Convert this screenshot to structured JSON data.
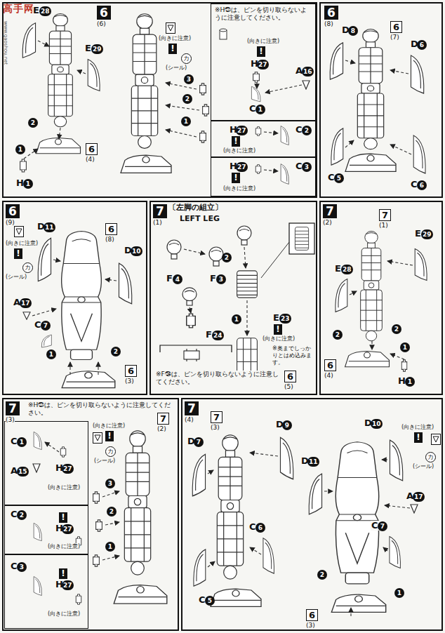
{
  "diagram": {
    "nodes": [
      {
        "text": [
          "6",
          "(6)"
        ]
      },
      {
        "text": [
          "※H㉗は、ピンを切り取らないように注意してください。",
          "(向きに注意)",
          "!",
          "H",
          "27",
          "C",
          "1",
          "A",
          "16"
        ],
        "in": 0
      },
      {
        "text": [
          "H",
          "27",
          "!",
          "(向きに注意)",
          "C",
          "2"
        ],
        "in": 0
      },
      {
        "text": [
          "H",
          "27",
          "!",
          "(向きに注意)",
          "C",
          "3"
        ],
        "in": 0
      },
      {
        "text": [
          "6",
          "(8)"
        ]
      },
      {
        "text": [
          "6",
          "(9)"
        ]
      },
      {
        "text": [
          "7",
          "(1)",
          "〔左脚の組立〕",
          "LEFT LEG"
        ]
      },
      {
        "text": [
          "7",
          "(2)"
        ]
      },
      {
        "text": [
          "7",
          "(3)",
          "※H㉗は、ピンを切り取らないように注意してください。"
        ]
      },
      {
        "text": [
          "C",
          "1",
          "A",
          "15",
          "H",
          "27",
          "(向きに注意)"
        ],
        "in": 8
      },
      {
        "text": [
          "C",
          "2",
          "!",
          "H",
          "27",
          "(向きに注意)"
        ],
        "in": 8
      },
      {
        "text": [
          "C",
          "3",
          "!",
          "H",
          "27",
          "(向きに注意)"
        ],
        "in": 8
      },
      {
        "text": [
          "7",
          "(4)"
        ]
      }
    ],
    "labels": [
      "高手网",
      "www.gaoshou.net",
      "E",
      "28",
      "E",
      "29",
      "2",
      "1",
      "6",
      "(4)",
      "H",
      "1",
      "(向きに注意)",
      "!",
      "カ",
      "(シール)",
      "3",
      "2",
      "1",
      "D",
      "8",
      "6",
      "(7)",
      "D",
      "6",
      "C",
      "5",
      "C",
      "6",
      "(向きに注意)",
      "!",
      "カ",
      "(シール)",
      "D",
      "11",
      "6",
      "(8)",
      "D",
      "10",
      "A",
      "17",
      "C",
      "7",
      "1",
      "2",
      "6",
      "(3)",
      "F",
      "4",
      "F",
      "3",
      "F",
      "24",
      "※F㉔は、ピンを切り取らないように注意してください。",
      "2",
      "E",
      "23",
      "!",
      "(向きに注意)",
      "1",
      "※奥までしっかりとはめ込みます。",
      "6",
      "(5)",
      "7",
      "(1)",
      "E",
      "29",
      "E",
      "28",
      "2",
      "2",
      "1",
      "6",
      "(4)",
      "H",
      "1",
      "7",
      "(2)",
      "(向きに注意)",
      "!",
      "カ",
      "(シール)",
      "3",
      "2",
      "1",
      "7",
      "(3)",
      "D",
      "7",
      "D",
      "9",
      "C",
      "6",
      "C",
      "5",
      "D",
      "11",
      "D",
      "10",
      "(向きに注意)",
      "!",
      "カ",
      "(シール)",
      "A",
      "17",
      "C",
      "7",
      "2",
      "1",
      "6",
      "(3)"
    ]
  }
}
